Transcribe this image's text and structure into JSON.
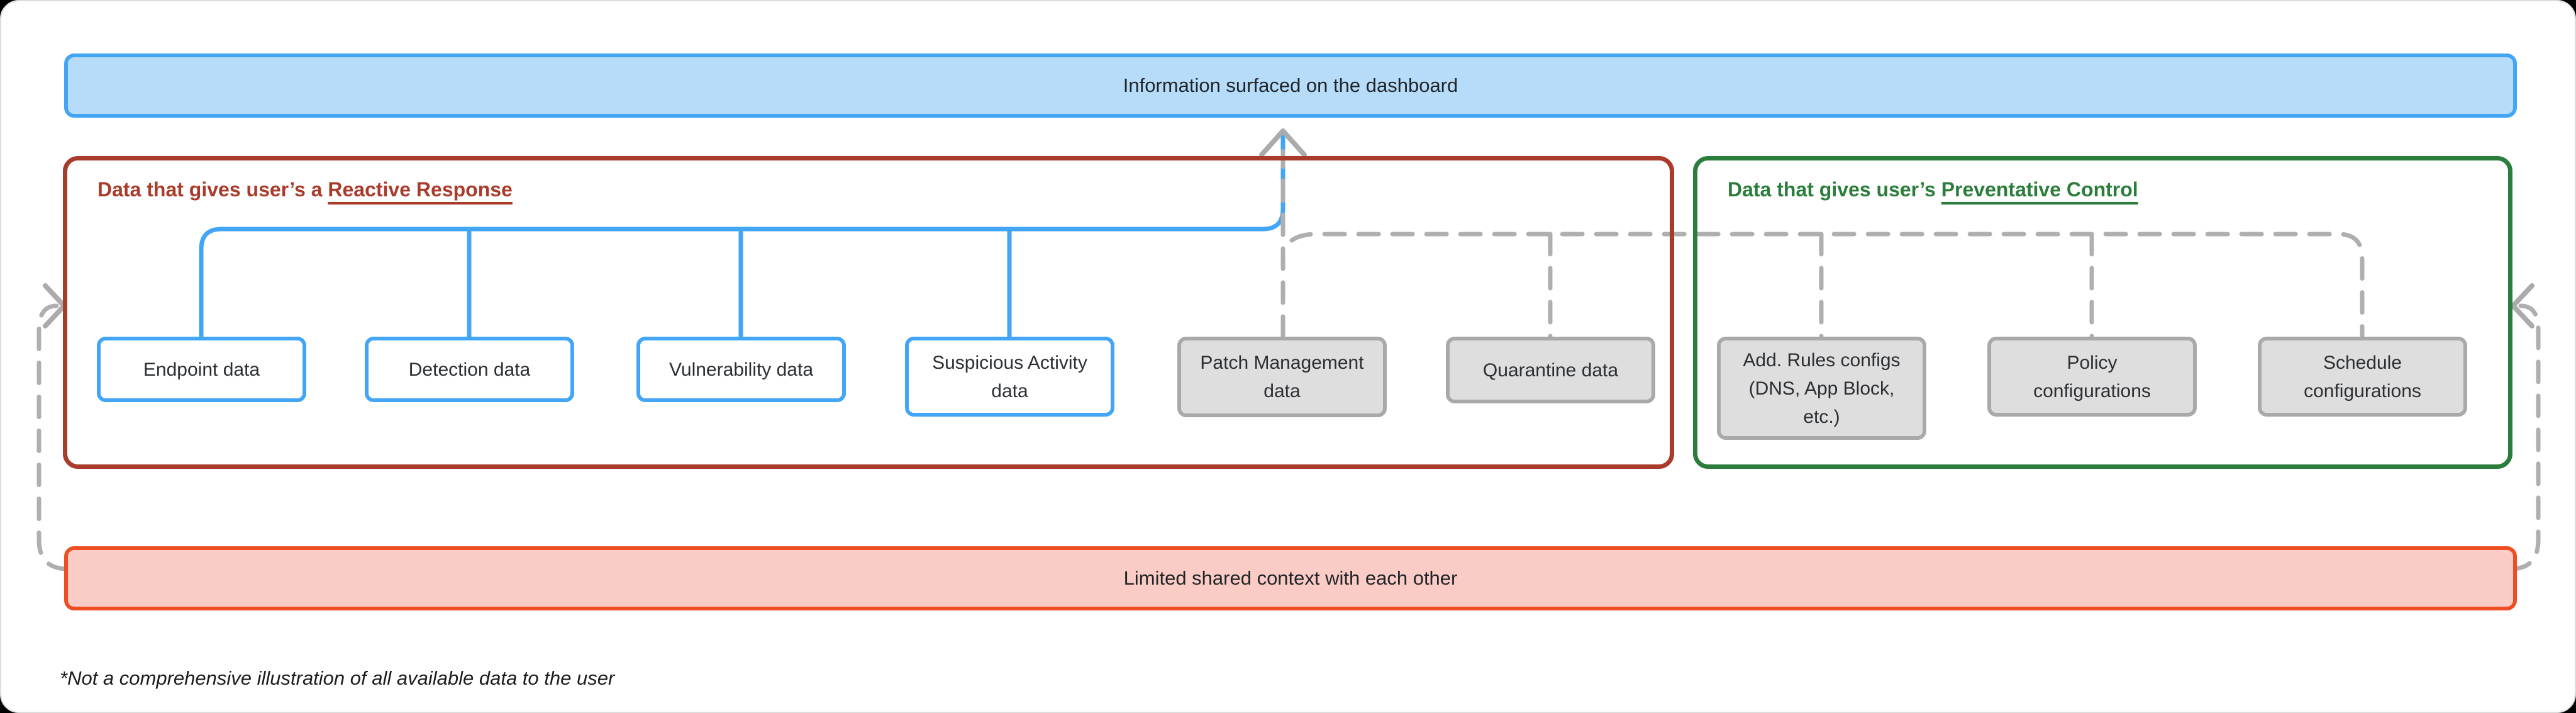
{
  "top_banner": {
    "label": "Information surfaced on the dashboard"
  },
  "sections": {
    "reactive": {
      "title_prefix": "Data that gives user’s a ",
      "title_emphasis": "Reactive Response"
    },
    "preventative": {
      "title_prefix": "Data that gives user’s ",
      "title_emphasis": "Preventative Control"
    }
  },
  "nodes": {
    "endpoint": {
      "label": "Endpoint data",
      "connector": "solid-blue-to-dashboard"
    },
    "detection": {
      "label": "Detection data",
      "connector": "solid-blue-to-dashboard"
    },
    "vulnerability": {
      "label": "Vulnerability data",
      "connector": "solid-blue-to-dashboard"
    },
    "suspicious": {
      "label": "Suspicious Activity data",
      "connector": "solid-blue-to-dashboard"
    },
    "patch": {
      "label": "Patch Management data",
      "connector": "dashed-gray-to-dashboard"
    },
    "quarantine": {
      "label": "Quarantine data",
      "connector": "dashed-gray-to-dashboard"
    },
    "add_rules": {
      "label": "Add. Rules configs (DNS, App Block, etc.)",
      "connector": "dashed-gray-to-dashboard"
    },
    "policy": {
      "label": "Policy configurations",
      "connector": "dashed-gray-to-dashboard"
    },
    "schedule": {
      "label": "Schedule configurations",
      "connector": "dashed-gray-to-dashboard"
    }
  },
  "bottom_banner": {
    "label": "Limited shared context with each other"
  },
  "footnote": {
    "label": "*Not a comprehensive illustration of all available data to the user"
  },
  "colors": {
    "blue_line": "#42a5f5",
    "blue_banner_fill": "#b7dcfa",
    "reactive_red": "#a93b2b",
    "preventative_green": "#2b7d3b",
    "bottom_banner_border": "#ef4e23",
    "bottom_banner_fill": "#fbccc5",
    "gray_node_fill": "#dedede",
    "gray_node_border": "#a9a9a9",
    "dashed_line_gray": "#afafaf"
  }
}
